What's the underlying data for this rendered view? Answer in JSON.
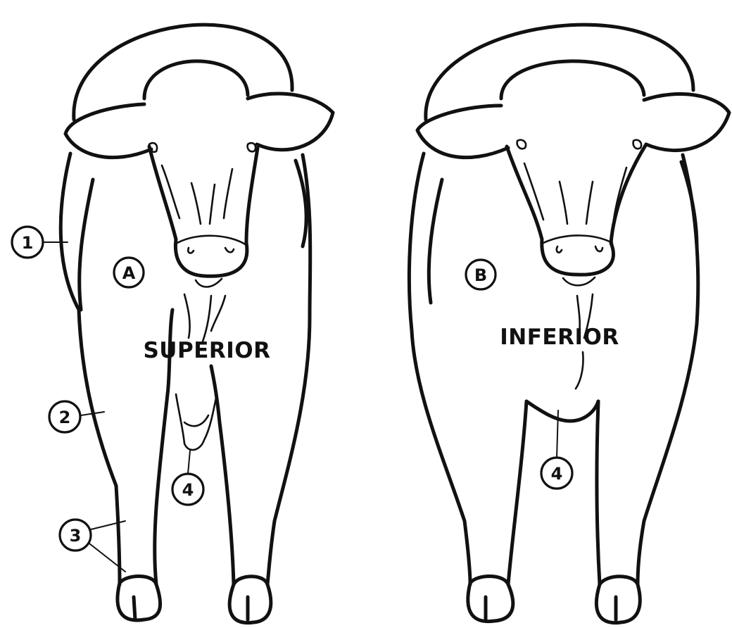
{
  "cow_a": {
    "marker": "A",
    "label": "SUPERIOR",
    "callouts": [
      {
        "id": "1",
        "text": "1"
      },
      {
        "id": "2",
        "text": "2"
      },
      {
        "id": "3",
        "text": "3"
      },
      {
        "id": "4",
        "text": "4"
      }
    ]
  },
  "cow_b": {
    "marker": "B",
    "label": "INFERIOR",
    "callouts": [
      {
        "id": "4",
        "text": "4"
      }
    ]
  }
}
